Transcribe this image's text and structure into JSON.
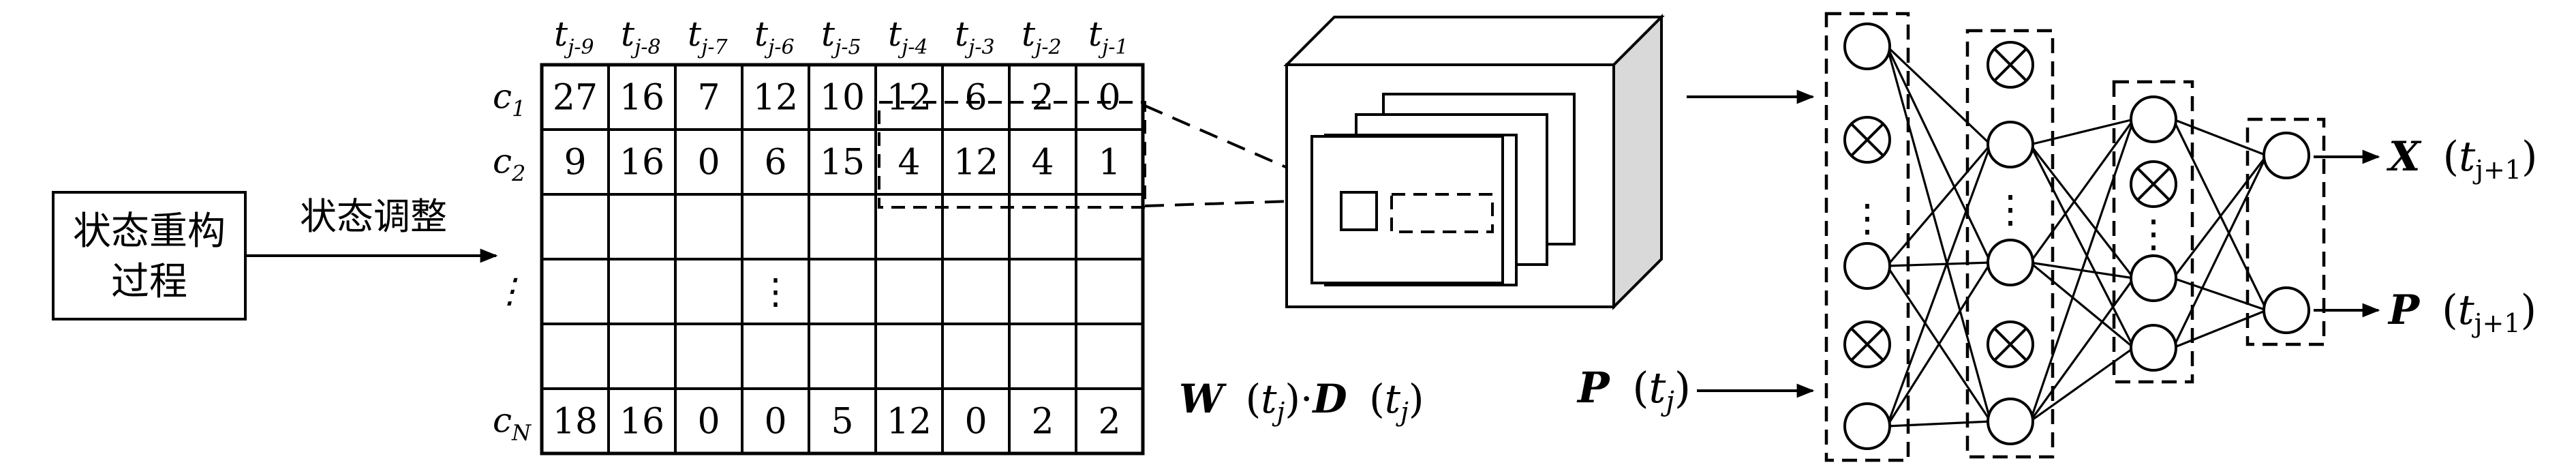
{
  "process_box": {
    "line1": "状态重构",
    "line2": "过程"
  },
  "arrow_label": "状态调整",
  "matrix": {
    "col_headers": [
      {
        "base": "t",
        "sub": "j-9"
      },
      {
        "base": "t",
        "sub": "j-8"
      },
      {
        "base": "t",
        "sub": "j-7"
      },
      {
        "base": "t",
        "sub": "j-6"
      },
      {
        "base": "t",
        "sub": "j-5"
      },
      {
        "base": "t",
        "sub": "j-4"
      },
      {
        "base": "t",
        "sub": "j-3"
      },
      {
        "base": "t",
        "sub": "j-2"
      },
      {
        "base": "t",
        "sub": "j-1"
      }
    ],
    "row_headers": [
      {
        "base": "c",
        "sub": "1"
      },
      {
        "base": "c",
        "sub": "2"
      },
      {
        "base": "",
        "sub": ""
      },
      {
        "base": "⋮",
        "sub": ""
      },
      {
        "base": "",
        "sub": ""
      },
      {
        "base": "c",
        "sub": "N"
      }
    ],
    "rows": [
      [
        "27",
        "16",
        "7",
        "12",
        "10",
        "12",
        "6",
        "2",
        "0"
      ],
      [
        "9",
        "16",
        "0",
        "6",
        "15",
        "4",
        "12",
        "4",
        "1"
      ],
      [
        "",
        "",
        "",
        "",
        "",
        "",
        "",
        "",
        ""
      ],
      [
        "",
        "",
        "",
        "⋮",
        "",
        "",
        "",
        "",
        ""
      ],
      [
        "",
        "",
        "",
        "",
        "",
        "",
        "",
        "",
        ""
      ],
      [
        "18",
        "16",
        "0",
        "0",
        "5",
        "12",
        "0",
        "2",
        "2"
      ]
    ]
  },
  "matrix_formula": {
    "w": "W",
    "t1": "t",
    "s1": "j",
    "dot": "·",
    "d": "D",
    "t2": "t",
    "s2": "j"
  },
  "input_p": {
    "p": "P",
    "t": "t",
    "s": "j"
  },
  "output_x": {
    "x": "X",
    "t": "t",
    "s": "j+1"
  },
  "output_p": {
    "p": "P",
    "t": "t",
    "s": "j+1"
  },
  "dots": "⋮"
}
